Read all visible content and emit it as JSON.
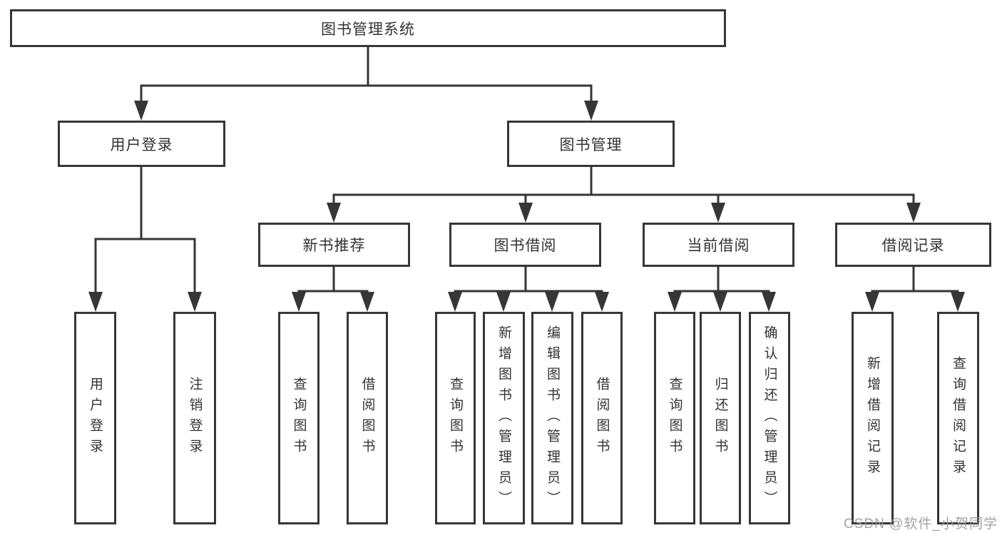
{
  "colors": {
    "line": "#363636",
    "text": "#333333",
    "box_background": "#ffffff",
    "watermark": "#9a9a9a"
  },
  "root": {
    "label": "图书管理系统"
  },
  "level2": [
    {
      "label": "用户登录"
    },
    {
      "label": "图书管理"
    }
  ],
  "level3": [
    {
      "label": "新书推荐"
    },
    {
      "label": "图书借阅"
    },
    {
      "label": "当前借阅"
    },
    {
      "label": "借阅记录"
    }
  ],
  "leaves": {
    "user_login": [
      "用户登录",
      "注销登录"
    ],
    "new_book_recommend": [
      "查询图书",
      "借阅图书"
    ],
    "book_borrow": [
      "查询图书",
      "新增图书（管理员）",
      "编辑图书（管理员）",
      "借阅图书"
    ],
    "current_borrow": [
      "查询图书",
      "归还图书",
      "确认归还（管理员）"
    ],
    "borrow_records": [
      "新增借阅记录",
      "查询借阅记录"
    ]
  },
  "watermark": {
    "text": "CSDN @软件_小贺同学"
  }
}
